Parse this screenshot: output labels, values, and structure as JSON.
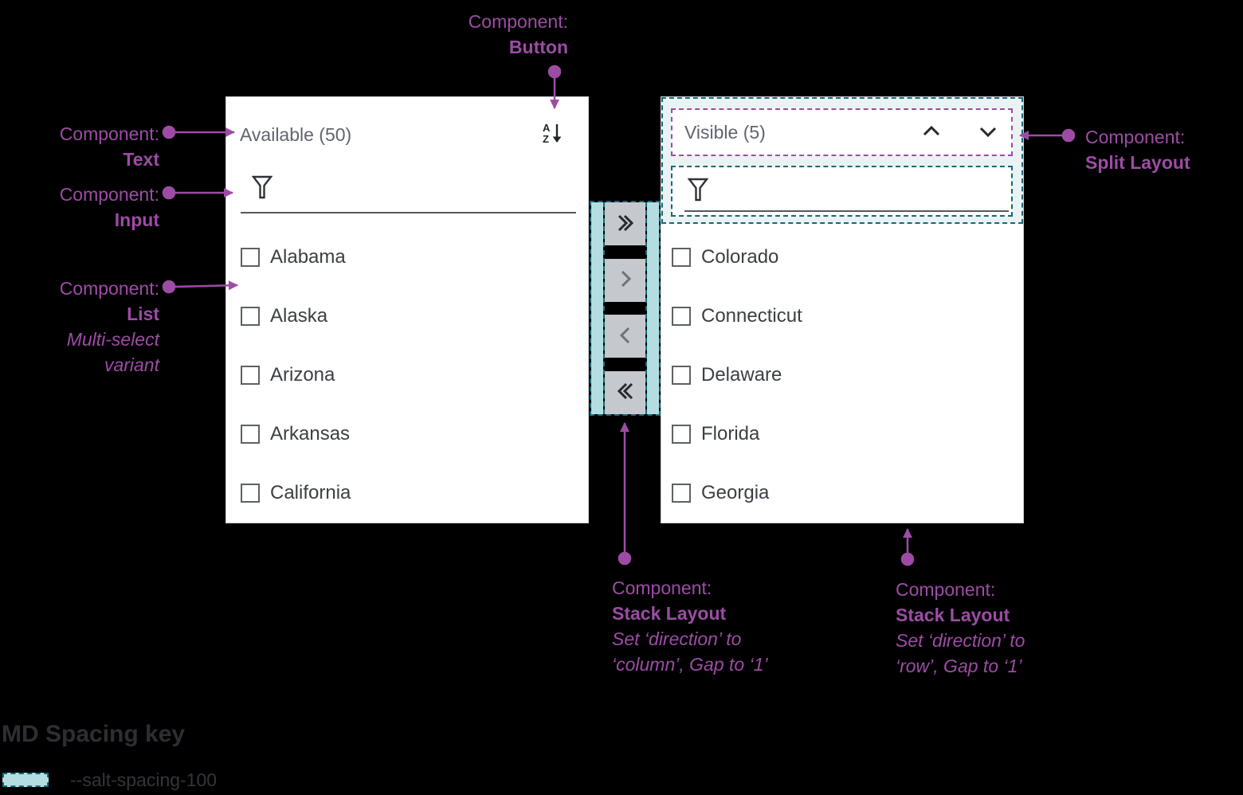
{
  "colors": {
    "background": "#000000",
    "annotation_purple": "#9d4ca5",
    "spacing_teal_border": "#17697a",
    "spacing_teal_fill": "#b3dde0",
    "spacing_teal_fill_light": "#e9f3f3",
    "panel_background": "#ffffff",
    "button_gray": "#c5c8cd"
  },
  "left_panel": {
    "title": "Available (50)",
    "items": [
      {
        "label": "Alabama",
        "checked": false
      },
      {
        "label": "Alaska",
        "checked": false
      },
      {
        "label": "Arizona",
        "checked": false
      },
      {
        "label": "Arkansas",
        "checked": false
      },
      {
        "label": "California",
        "checked": false
      }
    ]
  },
  "right_panel": {
    "title": "Visible (5)",
    "items": [
      {
        "label": "Colorado",
        "checked": false
      },
      {
        "label": "Connecticut",
        "checked": false
      },
      {
        "label": "Delaware",
        "checked": false
      },
      {
        "label": "Florida",
        "checked": false
      },
      {
        "label": "Georgia",
        "checked": false
      }
    ]
  },
  "transfer_buttons": [
    {
      "icon": "move-all-right"
    },
    {
      "icon": "move-right"
    },
    {
      "icon": "move-left"
    },
    {
      "icon": "move-all-left"
    }
  ],
  "annotations": {
    "button": {
      "prefix": "Component:",
      "component": "Button"
    },
    "text": {
      "prefix": "Component:",
      "component": "Text"
    },
    "input": {
      "prefix": "Component:",
      "component": "Input"
    },
    "list": {
      "prefix": "Component:",
      "component": "List",
      "variant_line1": "Multi-select",
      "variant_line2": "variant"
    },
    "split_layout": {
      "prefix": "Component:",
      "component": "Split Layout"
    },
    "stack_layout_column": {
      "prefix": "Component:",
      "component": "Stack Layout",
      "note_line1": "Set ‘direction’ to",
      "note_line2": "‘column’, Gap to ‘1’"
    },
    "stack_layout_row": {
      "prefix": "Component:",
      "component": "Stack Layout",
      "note_line1": "Set ‘direction’ to",
      "note_line2": "‘row’, Gap to ‘1’"
    }
  },
  "spacing_key": {
    "title": "MD Spacing key",
    "token": "--salt-spacing-100"
  }
}
